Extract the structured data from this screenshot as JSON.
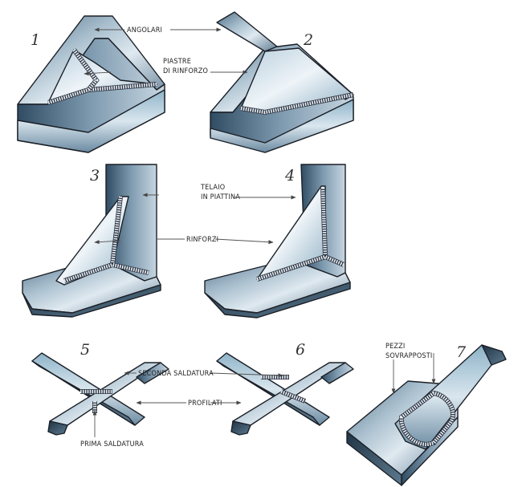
{
  "diagram": {
    "numbers": [
      "1",
      "2",
      "3",
      "4",
      "5",
      "6",
      "7"
    ],
    "labels": {
      "angolari": "ANGOLARI",
      "piastre_1": "PIASTRE",
      "piastre_2": "DI RINFORZO",
      "telaio_1": "TELAIO",
      "telaio_2": "IN PIATTINA",
      "rinforzi": "RINFORZI",
      "seconda_saldatura": "SECONDA SALDATURA",
      "profilati": "PROFILATI",
      "prima_saldatura": "PRIMA SALDATURA",
      "pezzi_1": "PEZZI",
      "pezzi_2": "SOVRAPPOSTI"
    }
  }
}
